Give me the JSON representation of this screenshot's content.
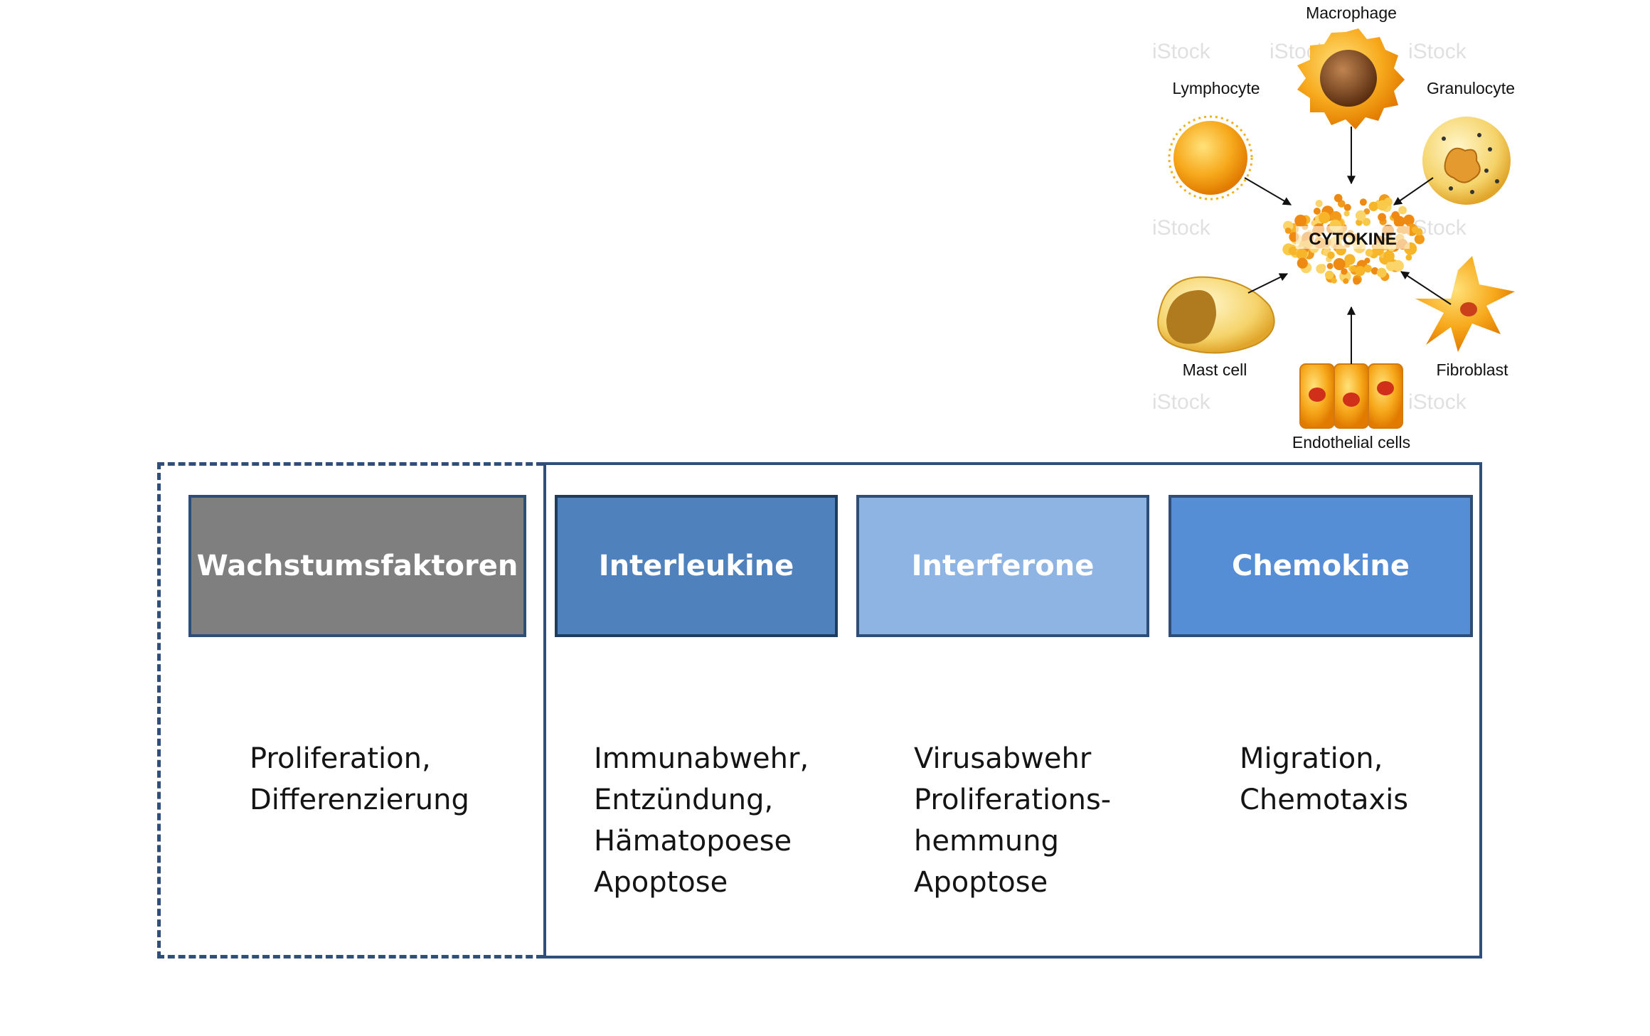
{
  "figure": {
    "center_label": "CYTOKINE",
    "cells": {
      "macrophage": "Macrophage",
      "lymphocyte": "Lymphocyte",
      "granulocyte": "Granulocyte",
      "mast_cell": "Mast cell",
      "fibroblast": "Fibroblast",
      "endothelial": "Endothelial cells"
    },
    "watermark": "iStock"
  },
  "categories": [
    {
      "label": "Wachstumsfaktoren",
      "description": "Proliferation,\nDifferenzierung"
    },
    {
      "label": "Interleukine",
      "description": "Immunabwehr,\nEntzündung,\nHämatopoese\nApoptose"
    },
    {
      "label": "Interferone",
      "description": "Virusabwehr\nProliferations-\nhemmung\nApoptose"
    },
    {
      "label": "Chemokine",
      "description": "Migration,\nChemotaxis"
    }
  ],
  "colors": {
    "wachstumsfaktoren": "#7f7f7f",
    "interleukine": "#4f81bd",
    "interferone": "#8eb4e3",
    "chemokine": "#558ed5",
    "frame": "#2f4f7a",
    "cell_orange": "#f5a623"
  }
}
